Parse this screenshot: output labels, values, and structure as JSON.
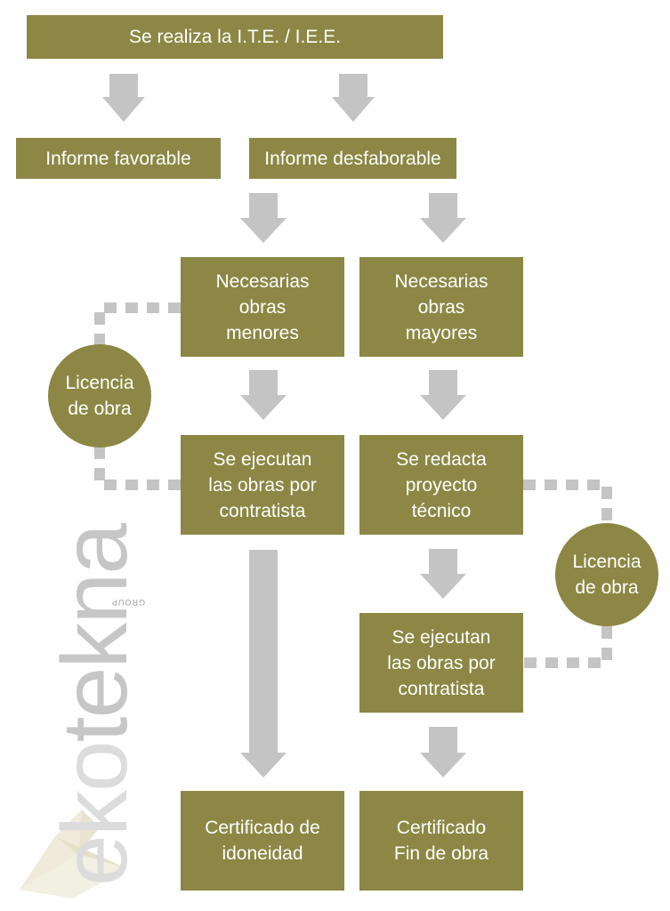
{
  "nodes": {
    "start": "Se realiza la I.T.E. / I.E.E.",
    "favorable": "Informe favorable",
    "desfavorable": "Informe desfaborable",
    "menores": "Necesarias\nobras\nmenores",
    "mayores": "Necesarias\nobras\nmayores",
    "ejecutan_left": "Se ejecutan\nlas obras por\ncontratista",
    "redacta": "Se redacta\nproyecto\ntécnico",
    "ejecutan_right": "Se ejecutan\nlas obras por\ncontratista",
    "cert_idoneidad": "Certificado de\nidoneidad",
    "cert_fin": "Certificado\nFin de obra"
  },
  "circles": {
    "licencia_left": "Licencia\nde obra",
    "licencia_right": "Licencia\nde obra"
  },
  "brand": {
    "name_part1": "eko",
    "name_part2": "tekna",
    "sub": "GROUP"
  },
  "colors": {
    "box": "#8c8744",
    "arrow": "#c4c4c4",
    "dots": "#c4c4c4",
    "text": "#ffffff"
  }
}
